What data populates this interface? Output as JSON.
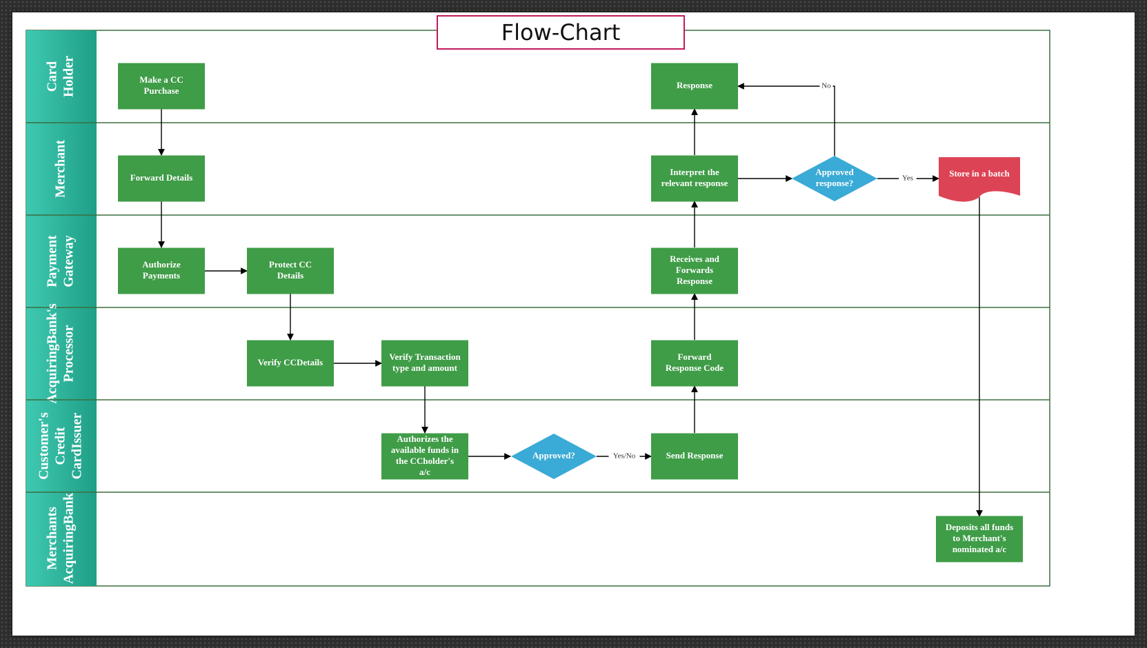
{
  "title": "Flow-Chart",
  "colors": {
    "process": "#3f9c47",
    "decision": "#3aaad6",
    "terminal": "#dc4455",
    "lane_header": "#2ab5a0",
    "lane_border": "#3a6e3e",
    "line": "#000000"
  },
  "lanes": [
    {
      "id": "cardholder",
      "lines": [
        "Card",
        "Holder"
      ]
    },
    {
      "id": "merchant",
      "lines": [
        "Merchant"
      ]
    },
    {
      "id": "gateway",
      "lines": [
        "Payment",
        "Gateway"
      ]
    },
    {
      "id": "processor",
      "lines": [
        "AcquiringBank's",
        "Processor"
      ]
    },
    {
      "id": "issuer",
      "lines": [
        "Customer's",
        "Credit",
        "CardIssuer"
      ]
    },
    {
      "id": "acqbank",
      "lines": [
        "Merchants",
        "AcquiringBank"
      ]
    }
  ],
  "nodes": {
    "make_purchase": {
      "shape": "process",
      "lines": [
        "Make a CC",
        "Purchase"
      ]
    },
    "response": {
      "shape": "process",
      "lines": [
        "Response"
      ]
    },
    "forward_details": {
      "shape": "process",
      "lines": [
        "Forward Details"
      ]
    },
    "interpret": {
      "shape": "process",
      "lines": [
        "Interpret the",
        "relevant response"
      ]
    },
    "approved_response": {
      "shape": "decision",
      "lines": [
        "Approved",
        "response?"
      ]
    },
    "store_batch": {
      "shape": "terminal",
      "lines": [
        "Store in a batch"
      ]
    },
    "authorize_payments": {
      "shape": "process",
      "lines": [
        "Authorize",
        "Payments"
      ]
    },
    "protect_cc": {
      "shape": "process",
      "lines": [
        "Protect CC",
        "Details"
      ]
    },
    "receives_forwards": {
      "shape": "process",
      "lines": [
        "Receives and",
        "Forwards",
        "Response"
      ]
    },
    "verify_cc": {
      "shape": "process",
      "lines": [
        "Verify CCDetails"
      ]
    },
    "verify_transaction": {
      "shape": "process",
      "lines": [
        "Verify Transaction",
        "type and amount"
      ]
    },
    "forward_code": {
      "shape": "process",
      "lines": [
        "Forward",
        "Response Code"
      ]
    },
    "authorizes_funds": {
      "shape": "process",
      "lines": [
        "Authorizes the",
        "available funds in",
        "the CCholder's",
        "a/c"
      ]
    },
    "approved": {
      "shape": "decision",
      "lines": [
        "Approved?"
      ]
    },
    "send_response": {
      "shape": "process",
      "lines": [
        "Send Response"
      ]
    },
    "deposits": {
      "shape": "process",
      "lines": [
        "Deposits all funds",
        "to Merchant's",
        "nominated a/c"
      ]
    }
  },
  "edges": [
    {
      "from": "make_purchase",
      "to": "forward_details",
      "label": ""
    },
    {
      "from": "forward_details",
      "to": "authorize_payments",
      "label": ""
    },
    {
      "from": "authorize_payments",
      "to": "protect_cc",
      "label": ""
    },
    {
      "from": "protect_cc",
      "to": "verify_cc",
      "label": ""
    },
    {
      "from": "verify_cc",
      "to": "verify_transaction",
      "label": ""
    },
    {
      "from": "verify_transaction",
      "to": "authorizes_funds",
      "label": ""
    },
    {
      "from": "authorizes_funds",
      "to": "approved",
      "label": ""
    },
    {
      "from": "approved",
      "to": "send_response",
      "label": "Yes/No"
    },
    {
      "from": "send_response",
      "to": "forward_code",
      "label": ""
    },
    {
      "from": "forward_code",
      "to": "receives_forwards",
      "label": ""
    },
    {
      "from": "receives_forwards",
      "to": "interpret",
      "label": ""
    },
    {
      "from": "interpret",
      "to": "response",
      "label": ""
    },
    {
      "from": "interpret",
      "to": "approved_response",
      "label": ""
    },
    {
      "from": "approved_response",
      "to": "response",
      "label": "No"
    },
    {
      "from": "approved_response",
      "to": "store_batch",
      "label": "Yes"
    },
    {
      "from": "store_batch",
      "to": "deposits",
      "label": ""
    }
  ]
}
